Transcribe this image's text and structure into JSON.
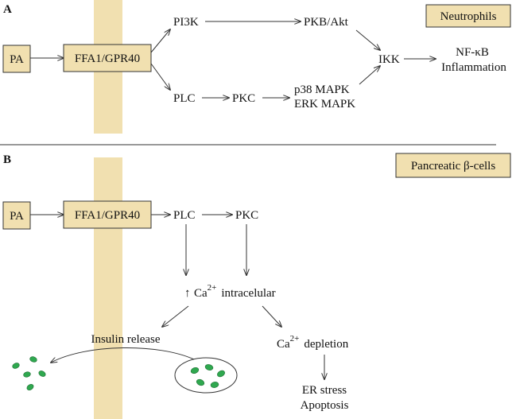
{
  "panel_a": {
    "label": "A",
    "cell_type": "Neutrophils",
    "ligand": "PA",
    "receptor": "FFA1/GPR40",
    "nodes": {
      "pi3k": "PI3K",
      "pkb_akt": "PKB/Akt",
      "plc": "PLC",
      "pkc": "PKC",
      "p38_mapk": "p38 MAPK",
      "erk_mapk": "ERK MAPK",
      "ikk": "IKK",
      "nfkb": "NF-κB",
      "inflammation": "Inflammation"
    }
  },
  "panel_b": {
    "label": "B",
    "cell_type": "Pancreatic β-cells",
    "ligand": "PA",
    "receptor": "FFA1/GPR40",
    "nodes": {
      "plc": "PLC",
      "pkc": "PKC",
      "ca_up_arrow": "↑",
      "ca_symbol": "Ca",
      "ca_charge": "2+",
      "intracelular": "intracelular",
      "insulin_release": "Insulin release",
      "ca_depletion_symbol": "Ca",
      "ca_depletion_charge": "2+",
      "depletion": "depletion",
      "er_stress": "ER stress",
      "apoptosis": "Apoptosis"
    }
  },
  "colors": {
    "membrane": "#f1e0b0",
    "box_fill": "#f1e0b0",
    "granule": "#2fa84f",
    "line": "#333333"
  }
}
